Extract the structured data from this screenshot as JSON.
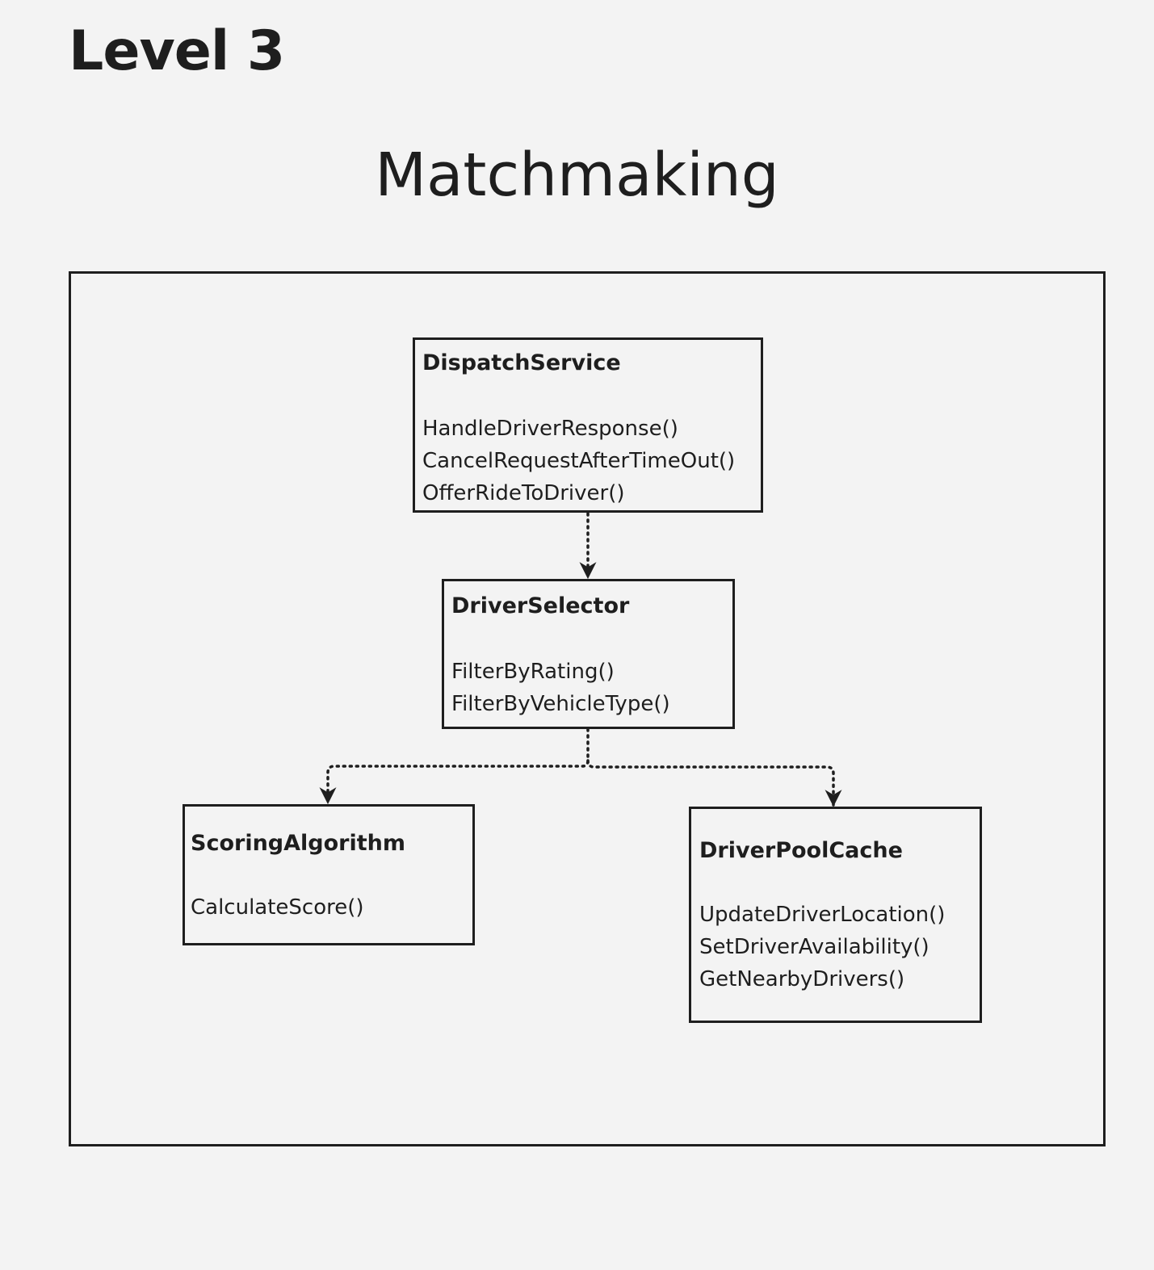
{
  "header": {
    "level": "Level 3",
    "title": "Matchmaking"
  },
  "classes": {
    "dispatch_service": {
      "name": "DispatchService",
      "methods": [
        "HandleDriverResponse()",
        "CancelRequestAfterTimeOut()",
        "OfferRideToDriver()"
      ]
    },
    "driver_selector": {
      "name": "DriverSelector",
      "methods": [
        "FilterByRating()",
        "FilterByVehicleType()"
      ]
    },
    "scoring_algorithm": {
      "name": "ScoringAlgorithm",
      "methods": [
        "CalculateScore()"
      ]
    },
    "driver_pool_cache": {
      "name": "DriverPoolCache",
      "methods": [
        "UpdateDriverLocation()",
        "SetDriverAvailability()",
        "GetNearbyDrivers()"
      ]
    }
  },
  "relations": [
    {
      "from": "DispatchService",
      "to": "DriverSelector",
      "style": "dotted-arrow"
    },
    {
      "from": "DriverSelector",
      "to": "ScoringAlgorithm",
      "style": "dotted-arrow"
    },
    {
      "from": "DriverSelector",
      "to": "DriverPoolCache",
      "style": "dotted-arrow"
    }
  ],
  "colors": {
    "background": "#f3f3f3",
    "stroke": "#1e1e1e"
  }
}
